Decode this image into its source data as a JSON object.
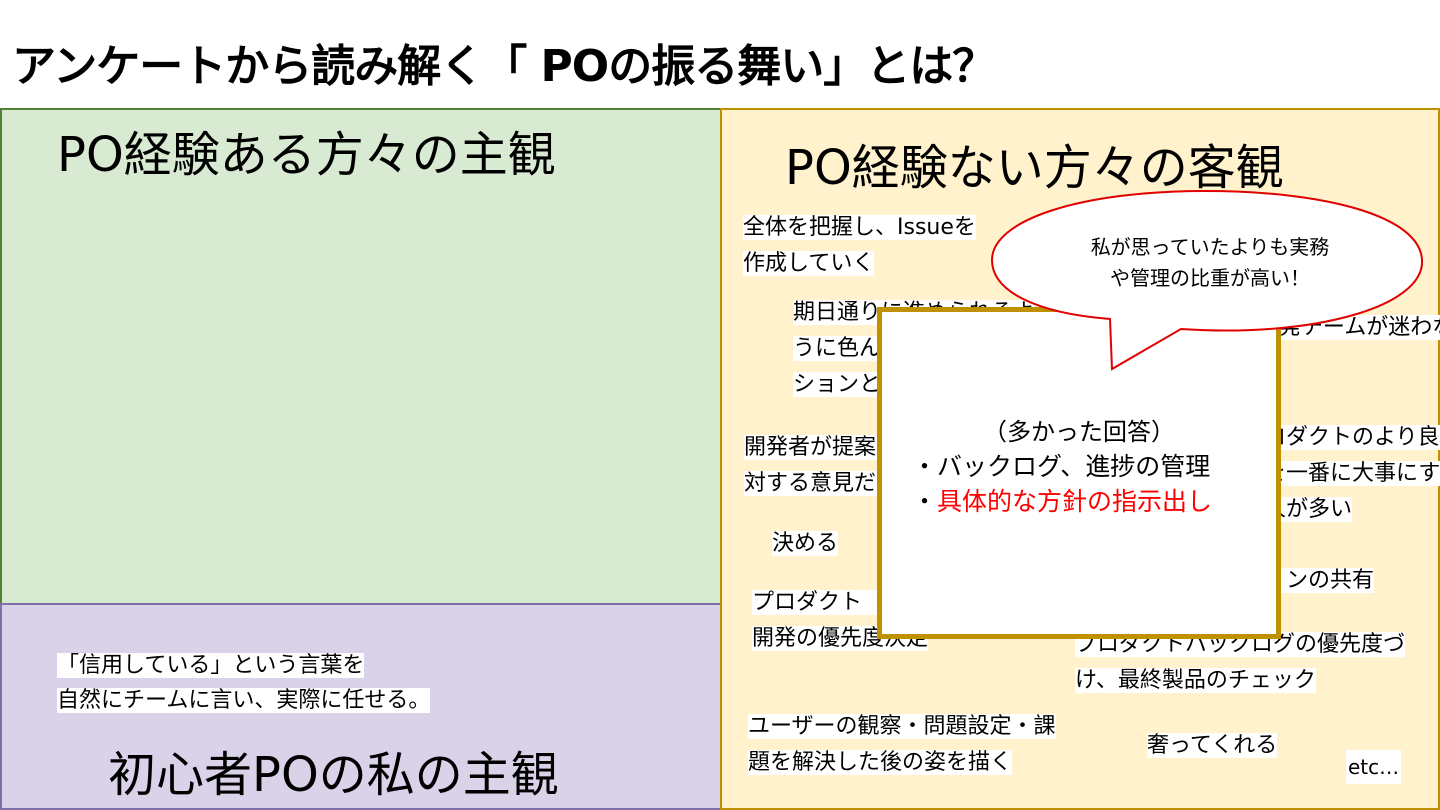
{
  "slide": {
    "title": "アンケートから読み解く「 POの振る舞い」とは？"
  },
  "panels": {
    "experienced": {
      "heading": "PO経験ある方々の主観"
    },
    "beginner": {
      "heading": "初心者POの私の主観",
      "note_line1": "「信用している」という言葉を",
      "note_line2": "自然にチームに言い、実際に任せる。"
    },
    "non_experienced": {
      "heading": "PO経験ない方々の客観",
      "notes": [
        "全体を把握し、Issueを\n作成していく",
        "期日通りに進められるよ\nうに色んな人とコミュニケー\nションとる",
        "開発者が提案したものに\n対する意見だし",
        "決める",
        "プロダクト（Issue）の\n開発の優先度決定",
        "ユーザーの観察・問題設定・課\n題を解決した後の姿を描く",
        "奢ってくれる",
        "方針を決めて、開発チームが迷わないようにする",
        "プロダクトのより良い\n姿を一番に大事にす\nる人が多い",
        "ビジョンの共有",
        "プロダクトバックログの優先度づ\nけ、最終製品のチェック"
      ],
      "etc": "etc…"
    }
  },
  "popup": {
    "heading": "（多かった回答）",
    "item1": "・バックログ、進捗の管理",
    "item2_bullet": "・",
    "item2_text": "具体的な方針の指示出し"
  },
  "callout": {
    "line1": "私が思っていたよりも実務",
    "line2": "や管理の比重が高い！"
  },
  "colors": {
    "green_panel": "#d9ead3",
    "purple_panel": "#d9d2e9",
    "yellow_panel": "#fff2cc",
    "popup_border": "#bf9000",
    "callout_border": "#e00000",
    "highlight_text": "#ff0000"
  }
}
